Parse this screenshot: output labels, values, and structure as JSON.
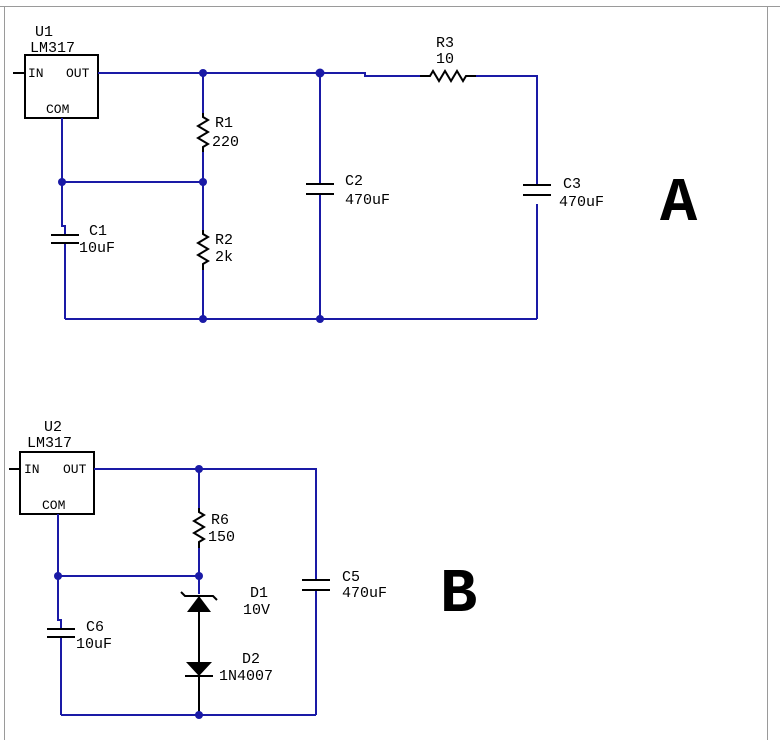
{
  "circuit_a": {
    "section_label": "A",
    "u1": {
      "ref": "U1",
      "part": "LM317",
      "pin_in": "IN",
      "pin_out": "OUT",
      "pin_com": "COM"
    },
    "r1": {
      "ref": "R1",
      "value": "220"
    },
    "r2": {
      "ref": "R2",
      "value": "2k"
    },
    "r3": {
      "ref": "R3",
      "value": "10"
    },
    "c1": {
      "ref": "C1",
      "value": "10uF"
    },
    "c2": {
      "ref": "C2",
      "value": "470uF"
    },
    "c3": {
      "ref": "C3",
      "value": "470uF"
    }
  },
  "circuit_b": {
    "section_label": "B",
    "u2": {
      "ref": "U2",
      "part": "LM317",
      "pin_in": "IN",
      "pin_out": "OUT",
      "pin_com": "COM"
    },
    "r6": {
      "ref": "R6",
      "value": "150"
    },
    "d1": {
      "ref": "D1",
      "value": "10V"
    },
    "d2": {
      "ref": "D2",
      "value": "1N4007"
    },
    "c5": {
      "ref": "C5",
      "value": "470uF"
    },
    "c6": {
      "ref": "C6",
      "value": "10uF"
    }
  },
  "colors": {
    "wire": "#1a1aa6",
    "component": "#000000",
    "background": "#ffffff"
  }
}
